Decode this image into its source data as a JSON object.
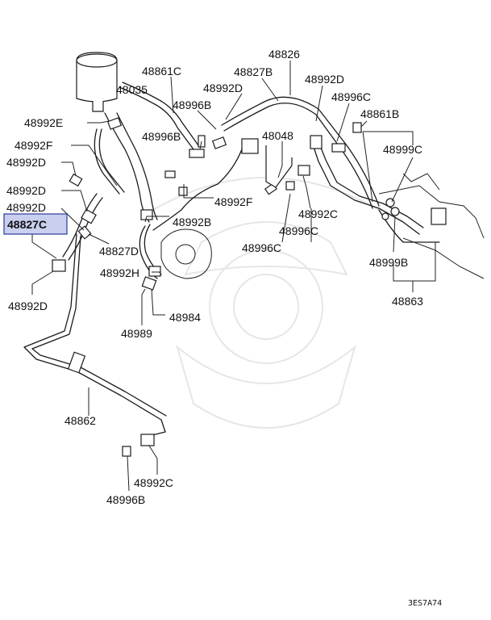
{
  "part_labels": {
    "p48826": "48826",
    "p48861c": "48861C",
    "p48827b": "48827B",
    "p48992d_top": "48992D",
    "p48035": "48035",
    "p48992d_upper": "48992D",
    "p48996c_top": "48996C",
    "p48996b_top": "48996B",
    "p48861b": "48861B",
    "p48992e": "48992E",
    "p48996b_mid": "48996B",
    "p48048": "48048",
    "p48999c": "48999C",
    "p48992f_left": "48992F",
    "p48992d_l1": "48992D",
    "p48992d_l2": "48992D",
    "p48992f_mid": "48992F",
    "p48992c_mid": "48992C",
    "p48992d_l3": "48992D",
    "p48992b": "48992B",
    "p48996c_mid": "48996C",
    "p48827c": "48827C",
    "p48827d": "48827D",
    "p48996c_low": "48996C",
    "p48999b": "48999B",
    "p48992h": "48992H",
    "p48863": "48863",
    "p48992d_low": "48992D",
    "p48984": "48984",
    "p48989": "48989",
    "p48862": "48862",
    "p48992c_bottom": "48992C",
    "p48996b_bottom": "48996B"
  },
  "highlighted_part": "48827C",
  "diagram_code": "3ES7A74",
  "colors": {
    "highlight_fill": "#c9cfee",
    "highlight_border": "#2b3a9a",
    "line": "#1a1a1a",
    "watermark": "#e6e6e6"
  }
}
